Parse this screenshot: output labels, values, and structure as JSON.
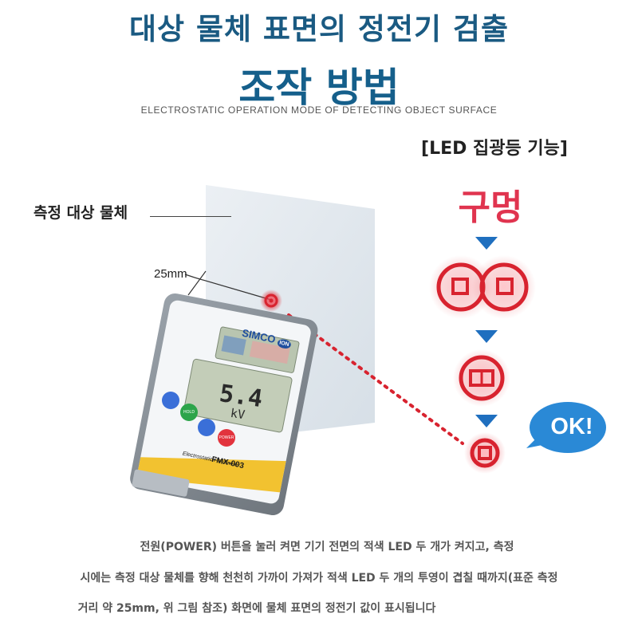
{
  "header": {
    "title_line1": "대상 물체 표면의 정전기 검출",
    "title_line2": "조작 방법",
    "subtitle": "ELECTROSTATIC OPERATION MODE OF DETECTING OBJECT SURFACE"
  },
  "scene": {
    "target_label": "측정 대상 물체",
    "distance_label": "25mm"
  },
  "meter": {
    "brand": "SIMCO",
    "brand_badge": "ION",
    "reading_value": "5.4",
    "reading_unit": "kV",
    "model": "FMX-003",
    "model_caption": "Electrostatic Fieldmeter",
    "buttons": [
      {
        "label": "",
        "color": "#3a6fd8"
      },
      {
        "label": "HOLD",
        "color": "#2ca44a"
      },
      {
        "label": "",
        "color": "#3a6fd8"
      },
      {
        "label": "POWER",
        "color": "#e2333d"
      }
    ]
  },
  "led_function": {
    "title": "[LED 집광등 기능]",
    "hole_label": "구멍",
    "ok_label": "OK!",
    "colors": {
      "led_red": "#e2333d",
      "arrow_blue": "#1f6fbf",
      "bubble_blue": "#2a89d6"
    }
  },
  "description": {
    "line1": "전원(POWER) 버튼을 눌러 켜면 기기 전면의 적색 LED 두 개가 켜지고, 측정",
    "line2": "시에는 측정 대상 물체를 향해 천천히 가까이 가져가 적색 LED 두 개의 투영이 겹칠 때까지(표준 측정",
    "line3": "거리 약 25mm, 위 그림 참조) 화면에 물체 표면의 정전기 값이 표시됩니다"
  }
}
